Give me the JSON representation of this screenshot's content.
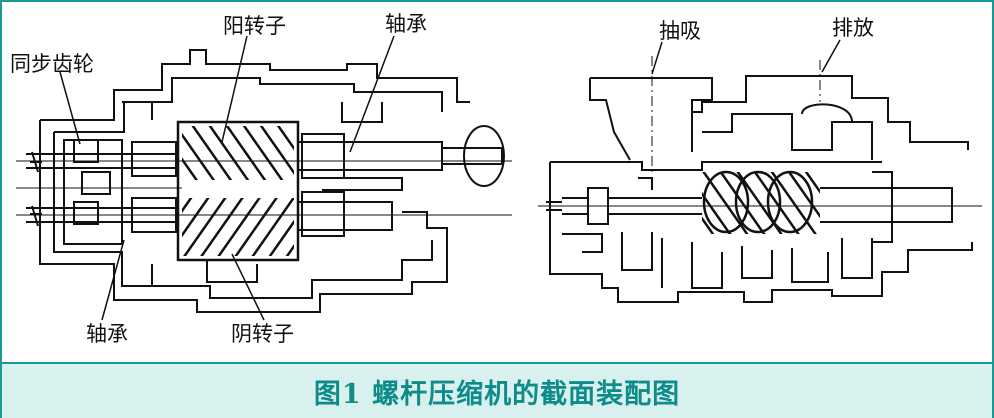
{
  "figure": {
    "caption": "图1  螺杆压缩机的截面装配图"
  },
  "left_view": {
    "labels": {
      "sync_gear": "同步齿轮",
      "male_rotor": "阳转子",
      "bearing_top": "轴承",
      "bearing_bottom": "轴承",
      "female_rotor": "阴转子"
    }
  },
  "right_view": {
    "labels": {
      "suction": "抽吸",
      "discharge": "排放"
    }
  },
  "colors": {
    "accent": "#1a9a96",
    "caption_bg": "#d9f1ee",
    "caption_text": "#0e8c8a",
    "line": "#111111"
  }
}
